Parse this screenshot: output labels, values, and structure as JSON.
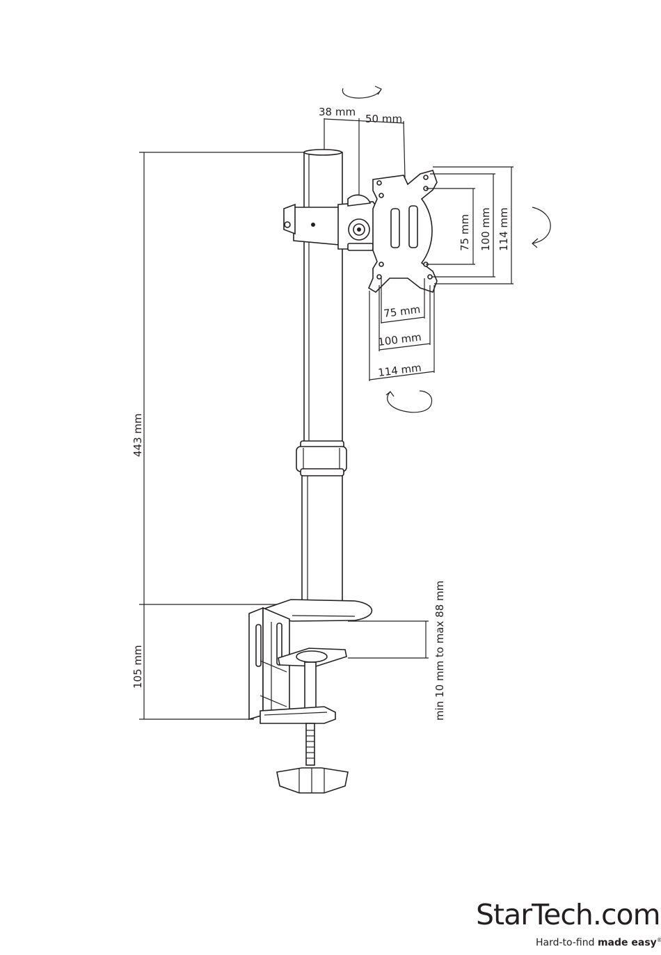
{
  "dimensions": {
    "total_height": "443 mm",
    "clamp_height": "105 mm",
    "desk_range": "min 10 mm to max 88 mm",
    "offset_post": "38 mm",
    "offset_head": "50 mm",
    "vesa_h_75": "75 mm",
    "vesa_h_100": "100 mm",
    "vesa_h_114": "114 mm",
    "vesa_v_75": "75 mm",
    "vesa_v_100": "100 mm",
    "vesa_v_114": "114 mm"
  },
  "brand": {
    "logo_text": "StarTech.com",
    "tagline_regular": "Hard-to-find ",
    "tagline_bold": "made easy",
    "tagline_mark": "®"
  },
  "icons": [
    "rotation-arrow-top-icon",
    "rotation-arrow-right-icon",
    "rotation-arrow-bottom-icon"
  ]
}
